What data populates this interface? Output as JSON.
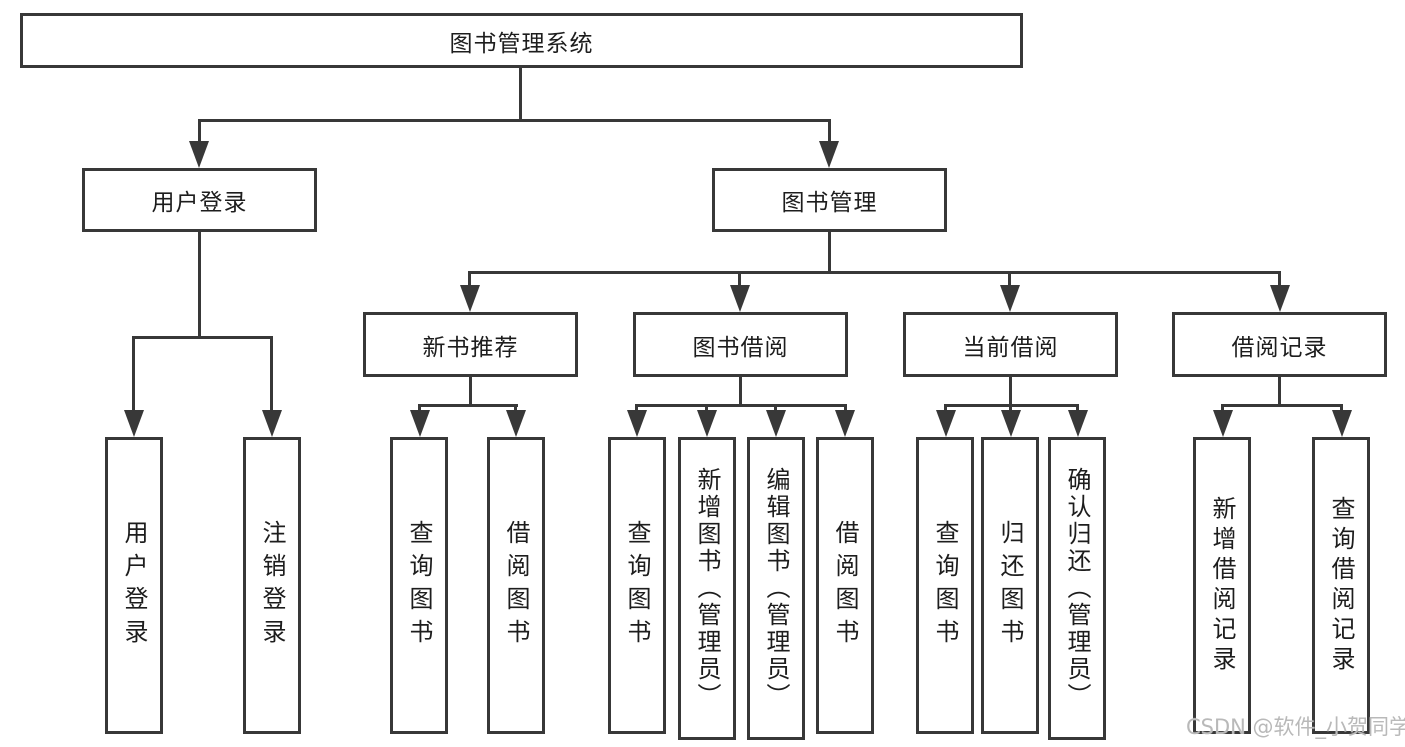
{
  "diagram_title": "图书管理系统",
  "colors": {
    "line": "#383838",
    "text": "#1d1d1d",
    "background": "#ffffff",
    "watermark": "#b9b9b9"
  },
  "nodes": {
    "root": {
      "label": "图书管理系统"
    },
    "user_login": {
      "label": "用户登录"
    },
    "book_mgmt": {
      "label": "图书管理"
    },
    "new_book_rec": {
      "label": "新书推荐"
    },
    "book_borrow": {
      "label": "图书借阅"
    },
    "current_borrow": {
      "label": "当前借阅"
    },
    "borrow_record": {
      "label": "借阅记录"
    },
    "leaf_user_login": {
      "label": "用户登录"
    },
    "leaf_logout": {
      "label": "注销登录"
    },
    "leaf_nbr_query": {
      "label": "查询图书"
    },
    "leaf_nbr_borrow": {
      "label": "借阅图书"
    },
    "leaf_bb_query": {
      "label": "查询图书"
    },
    "leaf_bb_add": {
      "label": "新增图书（管理员）"
    },
    "leaf_bb_edit": {
      "label": "编辑图书（管理员）"
    },
    "leaf_bb_borrow": {
      "label": "借阅图书"
    },
    "leaf_cb_query": {
      "label": "查询图书"
    },
    "leaf_cb_return": {
      "label": "归还图书"
    },
    "leaf_cb_confirm": {
      "label": "确认归还（管理员）"
    },
    "leaf_br_add": {
      "label": "新增借阅记录"
    },
    "leaf_br_query": {
      "label": "查询借阅记录"
    }
  },
  "tree": {
    "图书管理系统": {
      "用户登录": [
        "用户登录",
        "注销登录"
      ],
      "图书管理": {
        "新书推荐": [
          "查询图书",
          "借阅图书"
        ],
        "图书借阅": [
          "查询图书",
          "新增图书（管理员）",
          "编辑图书（管理员）",
          "借阅图书"
        ],
        "当前借阅": [
          "查询图书",
          "归还图书",
          "确认归还（管理员）"
        ],
        "借阅记录": [
          "新增借阅记录",
          "查询借阅记录"
        ]
      }
    }
  },
  "watermark": {
    "text": "CSDN @软件_小贺同学"
  }
}
